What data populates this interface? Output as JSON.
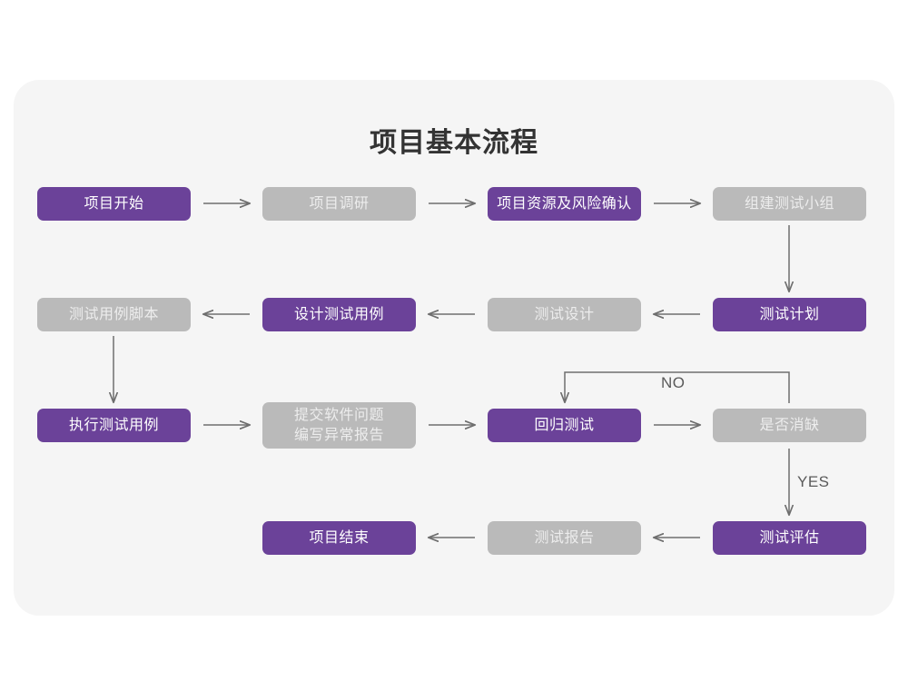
{
  "page": {
    "title": "项目基本流程",
    "background": "#ffffff",
    "card_color": "#f5f5f5",
    "purple": "#6b4299",
    "gray": "#bababa",
    "line_color": "#6e6e6e"
  },
  "chart_data": {
    "type": "diagram",
    "title": "项目基本流程",
    "nodes": [
      {
        "id": "n1",
        "label": "项目开始",
        "color": "purple",
        "row": 1,
        "col": 1
      },
      {
        "id": "n2",
        "label": "项目调研",
        "color": "gray",
        "row": 1,
        "col": 2
      },
      {
        "id": "n3",
        "label": "项目资源及风险确认",
        "color": "purple",
        "row": 1,
        "col": 3
      },
      {
        "id": "n4",
        "label": "组建测试小组",
        "color": "gray",
        "row": 1,
        "col": 4
      },
      {
        "id": "n5",
        "label": "测试用例脚本",
        "color": "gray",
        "row": 2,
        "col": 1
      },
      {
        "id": "n6",
        "label": "设计测试用例",
        "color": "purple",
        "row": 2,
        "col": 2
      },
      {
        "id": "n7",
        "label": "测试设计",
        "color": "gray",
        "row": 2,
        "col": 3
      },
      {
        "id": "n8",
        "label": "测试计划",
        "color": "purple",
        "row": 2,
        "col": 4
      },
      {
        "id": "n9",
        "label": "执行测试用例",
        "color": "purple",
        "row": 3,
        "col": 1
      },
      {
        "id": "n10",
        "label": "提交软件问题\n编写异常报告",
        "color": "gray",
        "row": 3,
        "col": 2
      },
      {
        "id": "n11",
        "label": "回归测试",
        "color": "purple",
        "row": 3,
        "col": 3
      },
      {
        "id": "n12",
        "label": "是否消缺",
        "color": "gray",
        "row": 3,
        "col": 4
      },
      {
        "id": "n13",
        "label": "项目结束",
        "color": "purple",
        "row": 4,
        "col": 2
      },
      {
        "id": "n14",
        "label": "测试报告",
        "color": "gray",
        "row": 4,
        "col": 3
      },
      {
        "id": "n15",
        "label": "测试评估",
        "color": "purple",
        "row": 4,
        "col": 4
      }
    ],
    "edges": [
      {
        "from": "n1",
        "to": "n2",
        "label": "",
        "direction": "right"
      },
      {
        "from": "n2",
        "to": "n3",
        "label": "",
        "direction": "right"
      },
      {
        "from": "n3",
        "to": "n4",
        "label": "",
        "direction": "right"
      },
      {
        "from": "n4",
        "to": "n8",
        "label": "",
        "direction": "down"
      },
      {
        "from": "n8",
        "to": "n7",
        "label": "",
        "direction": "left"
      },
      {
        "from": "n7",
        "to": "n6",
        "label": "",
        "direction": "left"
      },
      {
        "from": "n6",
        "to": "n5",
        "label": "",
        "direction": "left"
      },
      {
        "from": "n5",
        "to": "n9",
        "label": "",
        "direction": "down"
      },
      {
        "from": "n9",
        "to": "n10",
        "label": "",
        "direction": "right"
      },
      {
        "from": "n10",
        "to": "n11",
        "label": "",
        "direction": "right"
      },
      {
        "from": "n11",
        "to": "n12",
        "label": "",
        "direction": "right"
      },
      {
        "from": "n12",
        "to": "n11",
        "label": "NO",
        "direction": "loop-up-left"
      },
      {
        "from": "n12",
        "to": "n15",
        "label": "YES",
        "direction": "down"
      },
      {
        "from": "n15",
        "to": "n14",
        "label": "",
        "direction": "left"
      },
      {
        "from": "n14",
        "to": "n13",
        "label": "",
        "direction": "left"
      }
    ],
    "edge_labels": [
      {
        "id": "no",
        "text": "NO"
      },
      {
        "id": "yes",
        "text": "YES"
      }
    ]
  }
}
